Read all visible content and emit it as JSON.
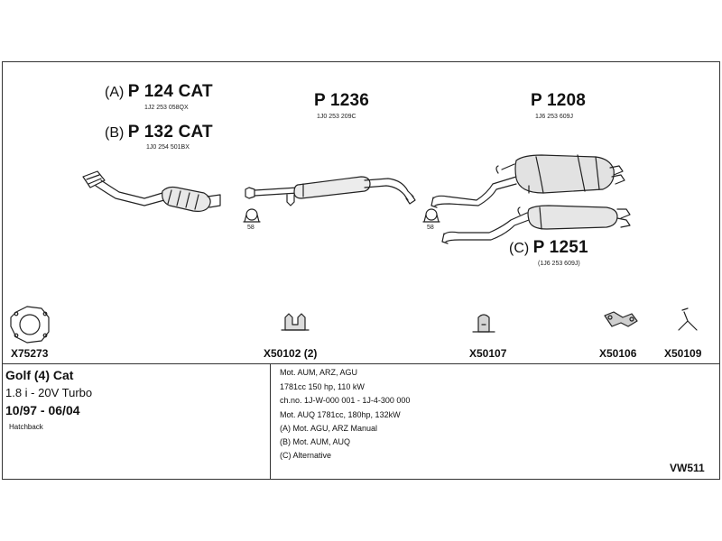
{
  "parts": {
    "a": {
      "prefix": "(A)",
      "code": "P 124 CAT",
      "ref": "1J2 253 058QX"
    },
    "b": {
      "prefix": "(B)",
      "code": "P 132 CAT",
      "ref": "1J0 254 501BX"
    },
    "p1236": {
      "code": "P 1236",
      "ref": "1J0 253 209C"
    },
    "p1208": {
      "code": "P 1208",
      "ref": "1J6 253 609J"
    },
    "c": {
      "prefix": "(C)",
      "code": "P 1251",
      "ref": "(1J6 253 609J)"
    },
    "clamp_left": "58",
    "clamp_right": "58"
  },
  "accessories": [
    {
      "code": "X75273"
    },
    {
      "code": "X50102 (2)"
    },
    {
      "code": "X50107"
    },
    {
      "code": "X50106"
    },
    {
      "code": "X50109"
    }
  ],
  "vehicle": {
    "model": "Golf (4) Cat",
    "engine": "1.8 i - 20V Turbo",
    "years": "10/97 - 06/04",
    "body": "Hatchback"
  },
  "notes": [
    "Mot. AUM, ARZ, AGU",
    "1781cc 150 hp, 110 kW",
    "ch.no. 1J-W-000 001 - 1J-4-300 000",
    "Mot. AUQ 1781cc, 180hp, 132kW",
    "(A) Mot. AGU, ARZ Manual",
    "(B) Mot. AUM, AUQ",
    "(C) Alternative"
  ],
  "diagram_code": "VW511"
}
